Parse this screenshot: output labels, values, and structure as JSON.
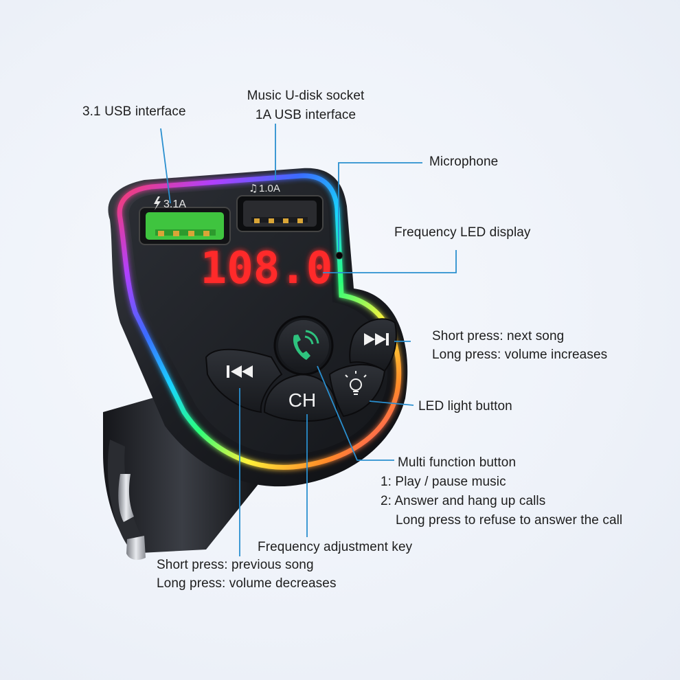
{
  "product": {
    "display_reading": "108.0",
    "port_fast_label": "3.1A",
    "port_music_label": "1.0A",
    "ch_button_label": "CH"
  },
  "callouts": {
    "usb_31": "3.1 USB interface",
    "music_socket_line1": "Music U-disk socket",
    "music_socket_line2": "1A USB interface",
    "microphone": "Microphone",
    "freq_display": "Frequency LED display",
    "next_line1": "Short press: next song",
    "next_line2": "Long press: volume increases",
    "led_button": "LED light button",
    "multi_title": "Multi function button",
    "multi_line1": "1: Play / pause music",
    "multi_line2": "2: Answer and hang up calls",
    "multi_line3": "Long press to refuse to answer the call",
    "freq_key": "Frequency adjustment key",
    "prev_line1": "Short press: previous song",
    "prev_line2": "Long press: volume decreases"
  },
  "colors": {
    "background": "#eef2f9",
    "callout_line": "#2a8fcf",
    "led_red": "#ff2a2a",
    "port_green": "#3fc43f",
    "device_body": "#1c1e22",
    "call_icon": "#2ec27e"
  },
  "icons": [
    "phone-call-icon",
    "next-track-icon",
    "previous-track-icon",
    "light-bulb-icon",
    "music-note-icon",
    "lightning-icon"
  ]
}
